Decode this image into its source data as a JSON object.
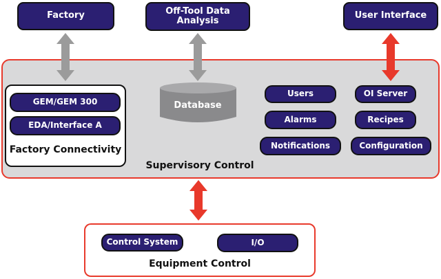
{
  "top": {
    "factory": "Factory",
    "off_tool": "Off-Tool Data Analysis",
    "user_interface": "User Interface"
  },
  "supervisory": {
    "title": "Supervisory Control",
    "factory_connectivity": {
      "title": "Factory Connectivity",
      "items": [
        "GEM/GEM 300",
        "EDA/Interface A"
      ]
    },
    "database": "Database",
    "left_column": [
      "Users",
      "Alarms",
      "Notifications"
    ],
    "right_column": [
      "OI Server",
      "Recipes",
      "Configuration"
    ]
  },
  "equipment": {
    "title": "Equipment Control",
    "items": [
      "Control System",
      "I/O"
    ]
  },
  "colors": {
    "navy": "#2b1f72",
    "red": "#e8392b",
    "gray_arrow": "#9b9b9b",
    "panel": "#d9d9da"
  }
}
